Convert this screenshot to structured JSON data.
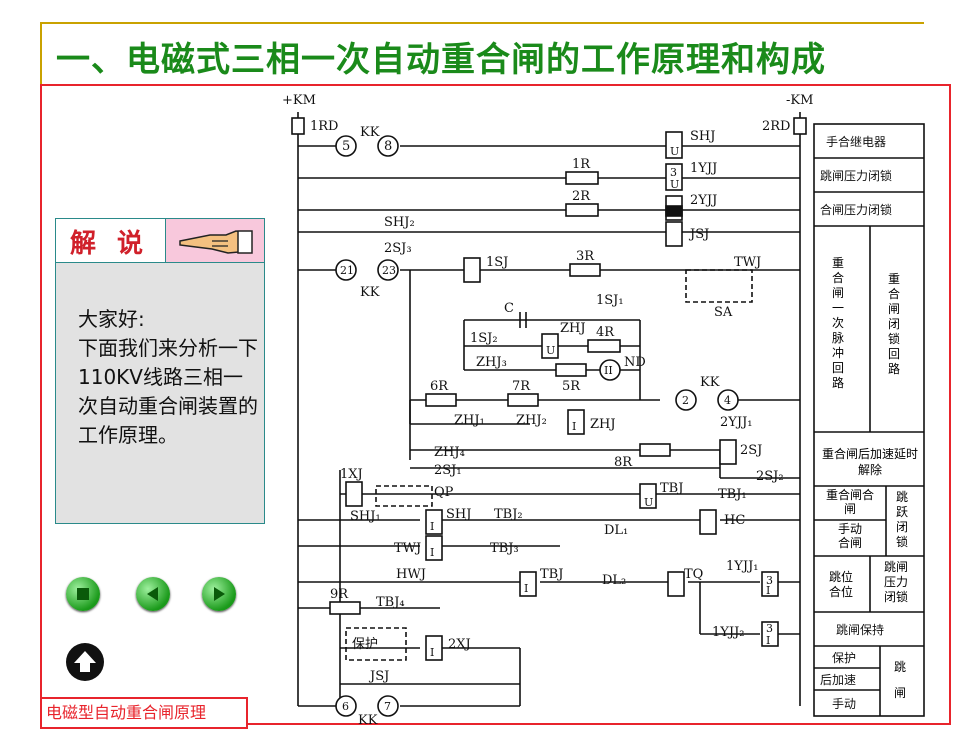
{
  "slide": {
    "title": "一、电磁式三相一次自动重合闸的工作原理和构成",
    "caption": "电磁型自动重合闸原理"
  },
  "explain": {
    "label": "解 说",
    "body": "大家好:\n下面我们来分析一下110KV线路三相一次自动重合闸装置的工作原理。"
  },
  "nav": {
    "buttons": [
      {
        "icon": "stop-icon"
      },
      {
        "icon": "back-arrow-icon"
      },
      {
        "icon": "forward-arrow-icon"
      }
    ],
    "home_icon": "up-arrow-icon",
    "hand_icon": "pointing-hand-icon"
  },
  "circuit": {
    "bus_pos": "+KM",
    "bus_neg": "-KM",
    "labels": {
      "rd1": "1RD",
      "rd2": "2RD",
      "kk": "KK",
      "n5": "5",
      "n8": "8",
      "n21": "21",
      "n23": "23",
      "n2": "2",
      "n4": "4",
      "n6": "6",
      "n7": "7",
      "shj": "SHJ",
      "u1": "U",
      "yjj1": "1YJJ",
      "three1": "3",
      "u2": "U",
      "r1": "1R",
      "r2": "2R",
      "yjj2": "2YJJ",
      "jsj": "JSJ",
      "shj2": "SHJ₂",
      "sj3": "2SJ₃",
      "sj1": "1SJ",
      "r3": "3R",
      "twj": "TWJ",
      "sj1b": "1SJ₁",
      "sa": "SA",
      "c": "C",
      "sj2p": "1SJ₂",
      "zhj": "ZHJ",
      "u3": "U",
      "r4": "4R",
      "zhj3": "ZHJ₃",
      "r5": "5R",
      "nd": "ND",
      "ii": "II",
      "r6": "6R",
      "r7": "7R",
      "zhj1": "ZHJ₁",
      "zhj2": "ZHJ₂",
      "i1": "I",
      "zhj_b": "ZHJ",
      "yjj21": "2YJJ₁",
      "zhj4": "ZHJ₄",
      "sj1c": "2SJ₁",
      "r8": "8R",
      "sj2": "2SJ",
      "sj2b": "2SJ₂",
      "xj1": "1XJ",
      "qp": "QP",
      "tbj": "TBJ",
      "u4": "U",
      "tbj1": "TBJ₁",
      "shj1": "SHJ₁",
      "i2": "I",
      "shj_b": "SHJ",
      "tbj2": "TBJ₂",
      "hc": "HC",
      "dl1": "DL₁",
      "twj_b": "TWJ",
      "i3": "I",
      "tbj3": "TBJ₃",
      "hwj": "HWJ",
      "i4": "I",
      "tbj_b": "TBJ",
      "dl2": "DL₂",
      "tq": "TQ",
      "yjj11": "1YJJ₁",
      "three2": "3",
      "i5": "I",
      "r9": "9R",
      "tbj4": "TBJ₄",
      "three3": "3",
      "i6": "I",
      "yjj12": "1YJJ₂",
      "baohu": "保护",
      "i7": "I",
      "xj2": "2XJ",
      "jsj_b": "JSJ"
    }
  },
  "legend": {
    "row1": "手合继电器",
    "row2": "跳闸压力闭锁",
    "row3": "合闸压力闭锁",
    "col_a": "重合闸一次脉冲回路",
    "col_b": "重合闸闭锁回路",
    "row4": "重合闸后加速延时解除",
    "cell_chz": "重合闸合闸",
    "cell_sd": "手动合闸",
    "cell_tiaoyue": "跳跃闭锁",
    "cell_twei": "跳位合位",
    "cell_tyl": "跳闸压力闭锁",
    "row5": "跳闸保持",
    "cell_bh": "保护",
    "cell_hjs": "后加速",
    "cell_sd2": "手动",
    "cell_tz": "跳闸"
  },
  "colors": {
    "title": "#1a8a1a",
    "frame": "#e8242c",
    "gold_line": "#c9a200",
    "teal": "#2a8a8a",
    "pink": "#f8c8dc"
  }
}
